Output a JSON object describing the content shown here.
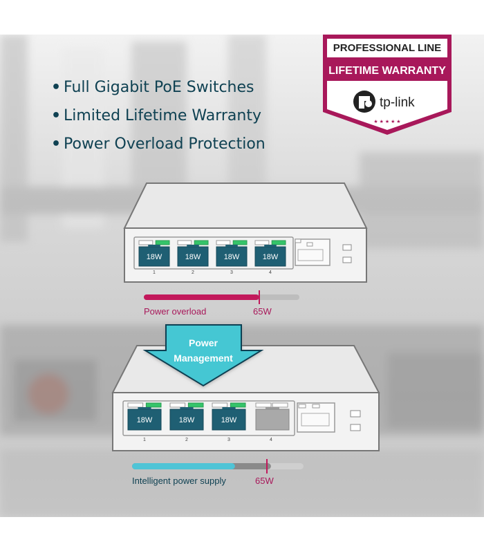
{
  "features": [
    "Full Gigabit PoE Switches",
    "Limited Lifetime Warranty",
    "Power Overload Protection"
  ],
  "badge": {
    "line1": "PROFESSIONAL LINE",
    "line2": "LIFETIME WARRANTY",
    "brand": "tp-link"
  },
  "top_switch": {
    "port_labels": [
      "18W",
      "18W",
      "18W",
      "18W"
    ],
    "port_numbers": [
      "1",
      "2",
      "3",
      "4"
    ],
    "meter_label": "Power overload",
    "meter_value": "65W",
    "meter_fill": 0.74
  },
  "arrow_label": "Power Management",
  "bottom_switch": {
    "port_labels": [
      "18W",
      "18W",
      "18W"
    ],
    "port_numbers": [
      "1",
      "2",
      "3",
      "4"
    ],
    "meter_label": "Intelligent power supply",
    "meter_value": "65W",
    "meter_fill": 0.6,
    "meter_reserve": 0.81
  },
  "colors": {
    "text_dark": "#0f4152",
    "overload": "#c2185b",
    "port_teal": "#1f5f73",
    "led_green": "#35c46a",
    "arrow": "#44c7d3",
    "meter_blue": "#4fc4d6",
    "badge_magenta": "#a8185a"
  }
}
